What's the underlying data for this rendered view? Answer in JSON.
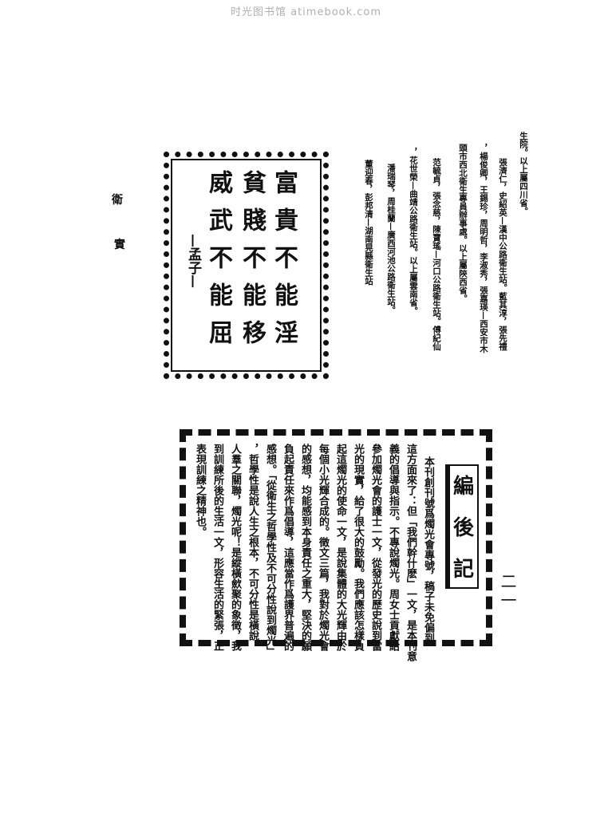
{
  "watermark": "时光图书馆 atimebook.com",
  "margin_chars": [
    "衛",
    "實"
  ],
  "page_number": "二一",
  "staff_list": {
    "columns": [
      "生院。以上屬四川省。",
      "張濟仁，史紹英—漢中公路衛生站。藍其淳，張先禮",
      "，楊俊卿，王錫珍，周明哲，李淑秀，張嘉瑛—西安市木",
      "頭市西北衛生專員辦事處。以上屬陝西省。",
      "范毓貞，張念慈，陳寶瑤—河口公路衛生站。傅紀仙",
      "，花世榮—曲靖公路衛生站。以上屬雲南省。",
      "潘瑞琴，周桂蘭—廣西河池公路衛生站。",
      "董迎春，彭邦清—湖南晃縣衛生站"
    ]
  },
  "quote": {
    "lines": [
      "富貴不能淫",
      "貧賤不能移",
      "威武不能屈"
    ],
    "attribution": "—孟子—"
  },
  "editor_note": {
    "title": [
      "編",
      "後",
      "記"
    ],
    "columns": [
      "本刊創刊號爲燭光會專號，稿子未免偏到",
      "這方面來了：但「我們幹什麽」一文，是本刊意",
      "義的倡導與指示。不專說燭光。周女士貢獻給",
      "參加燭光會的護士一文，從發光的歷史說到當",
      "光的現實，給了很大的鼓勵。我們應該怎樣負",
      "起這燭光的使命一文，是說集體的大光輝由於",
      "每個小光輝合成的。徵文三篇，我對於燭光會",
      "的感想，均能感到本身責任之重大，堅決的願",
      "負起責任來作爲倡導，這應當作爲護界普遍的",
      "感想。「從衛生之哲學性及不可分性說到燭光」",
      "，哲學性是說人生之根本，不可分性是橫說",
      "人羣之關聯，燭光呢！是縱橫歛聚的象徵，我",
      "到訓練所後的生活一文，形容生活的緊張，正",
      "表現訓練之精神也。"
    ]
  }
}
